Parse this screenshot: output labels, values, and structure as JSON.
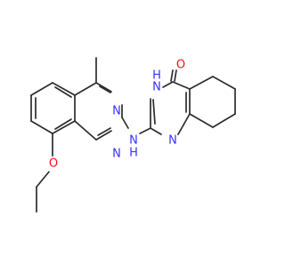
{
  "molecule": {
    "atom_labels": {
      "n1_quinazoline": "N",
      "n3_quinazoline": "N",
      "o_ether": "O",
      "nh_amine_n": "N",
      "nh_amine_h": "H",
      "n1_pyrimidinone": "N",
      "nh_pyrimidinone_n": "N",
      "nh_pyrimidinone_h": "H",
      "o_carbonyl": "O"
    },
    "colors": {
      "bond": "#2d2d2d",
      "nitrogen": "#3333ff",
      "oxygen": "#ff0d0d"
    }
  }
}
